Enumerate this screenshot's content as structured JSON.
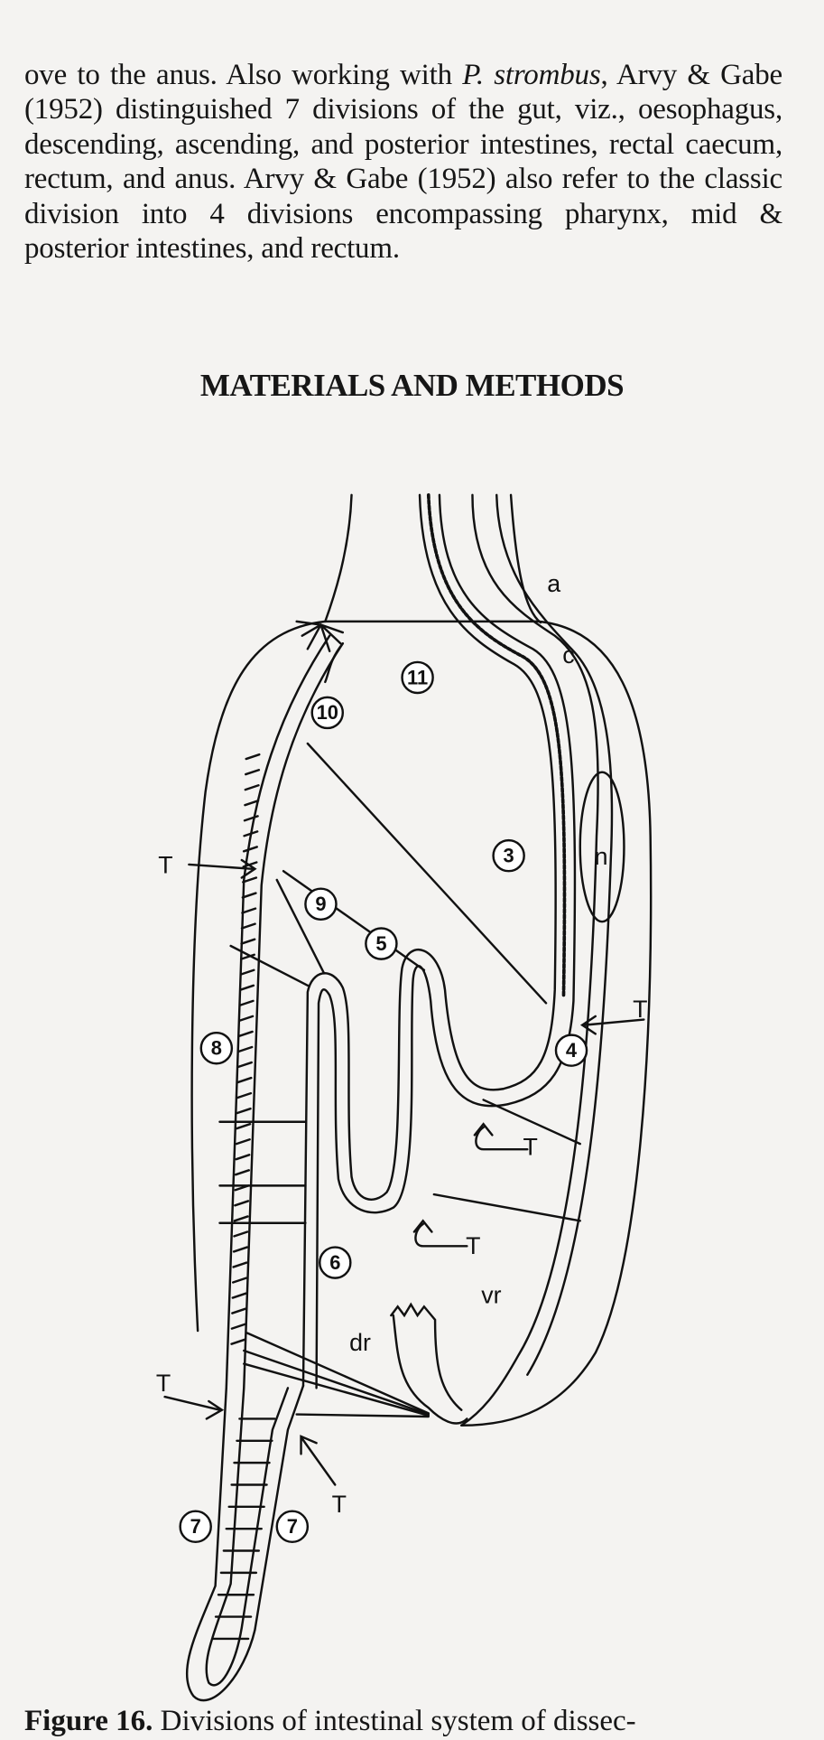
{
  "body_text": {
    "line1_pre": "ove to the anus. Also working with ",
    "species": "P. strombus",
    "line1_post": ", Arvy & Gabe (1952) distinguished 7 divisions of the gut, viz., oesophagus, descending, ascending, and posterior intestines, rectal caecum, rectum, and anus. Arvy & Gabe (1952) also refer to the classic division into 4 divisions encompassing pharynx, mid & posterior intestines, and rectum."
  },
  "section_heading": "MATERIALS AND METHODS",
  "figure": {
    "numbered_labels": [
      "11",
      "10",
      "3",
      "9",
      "5",
      "8",
      "4",
      "6",
      "7",
      "7"
    ],
    "letter_labels": {
      "a": "a",
      "c": "c",
      "n": "n",
      "vr": "vr",
      "dr": "dr",
      "t": "T"
    }
  },
  "caption": {
    "label": "Figure 16.",
    "text": " Divisions of intestinal system of dissec-"
  }
}
